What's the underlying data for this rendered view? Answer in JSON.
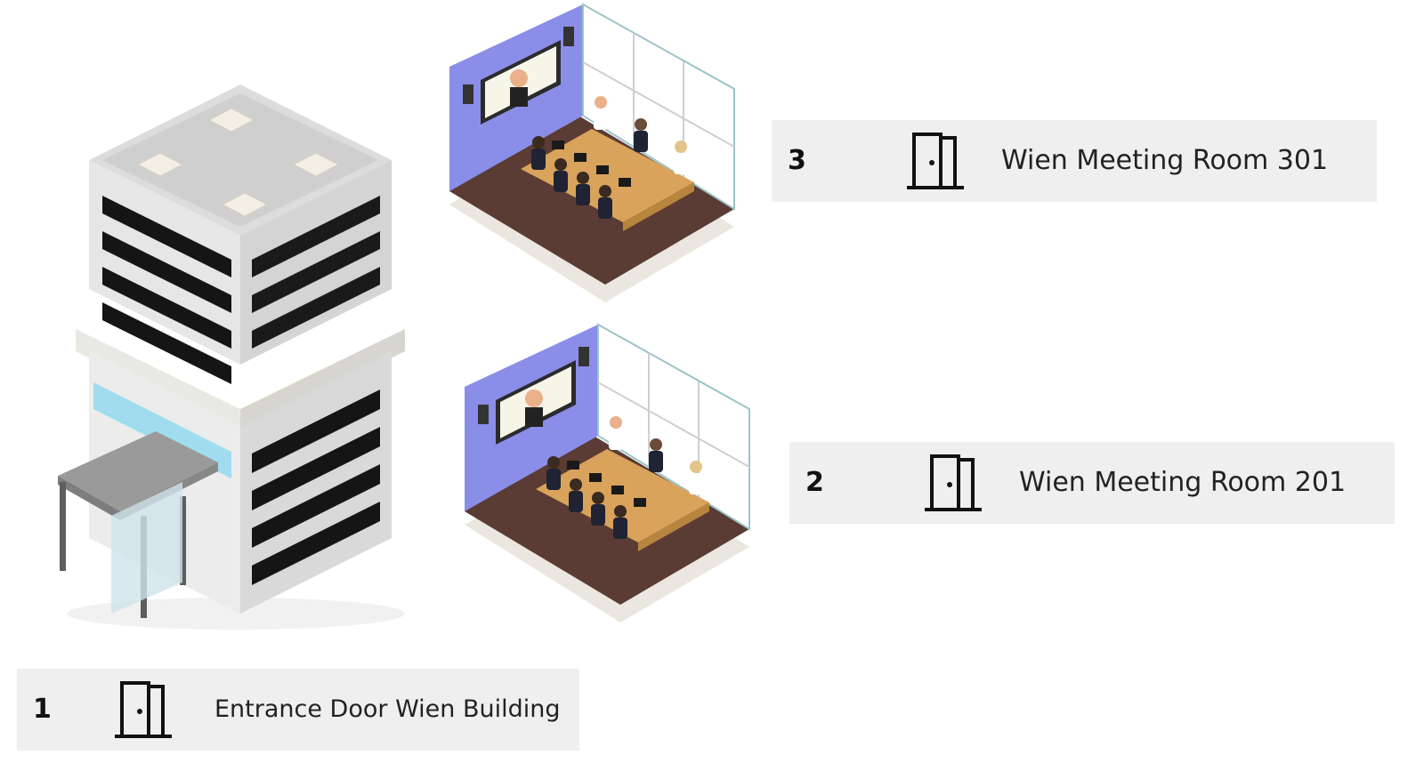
{
  "doors": [
    {
      "number": "1",
      "label": "Entrance Door Wien Building",
      "icon": "door-icon"
    },
    {
      "number": "2",
      "label": "Wien Meeting Room 201",
      "icon": "door-icon"
    },
    {
      "number": "3",
      "label": "Wien Meeting Room 301",
      "icon": "door-icon"
    }
  ],
  "colors": {
    "card_bg": "#efefef",
    "wall_purple": "#8a8ee8",
    "floor_brown": "#5a3c34",
    "table_wood": "#d9a35c",
    "glass_strip": "#9fdcef"
  }
}
